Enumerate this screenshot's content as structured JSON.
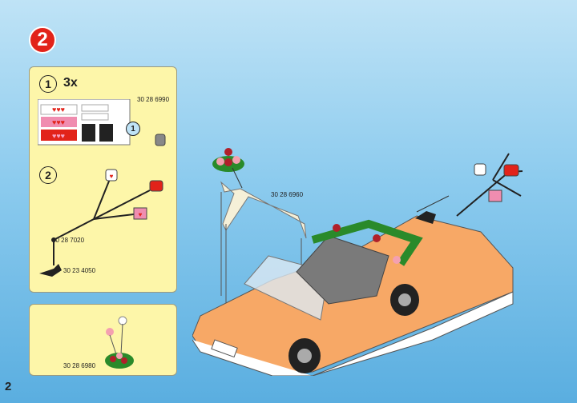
{
  "step_number": "2",
  "page_number": "2",
  "panel_a": {
    "substep1": {
      "number": "1",
      "quantity": "3x",
      "part_number": "30 28 6990",
      "callout": "1"
    },
    "substep2": {
      "number": "2",
      "part_numbers": [
        "30 28 7020",
        "30 23 4050"
      ]
    }
  },
  "panel_b": {
    "part_number": "30 28 6980"
  },
  "main": {
    "part_number": "30 28 6960"
  },
  "colors": {
    "badge": "#e2231a",
    "panel": "#fdf6a9",
    "car": "#f7a866"
  }
}
